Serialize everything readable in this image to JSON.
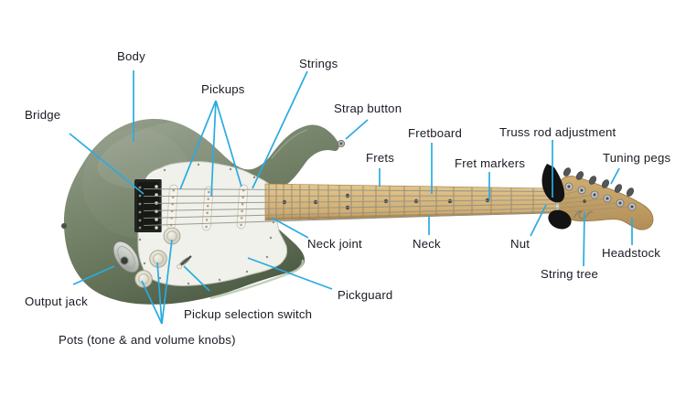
{
  "colors": {
    "leader_line": "#29abe2",
    "label_text": "#1a1a24",
    "body_green": "#76836d",
    "pickguard_white": "#f0f1ea",
    "neck_maple": "#d8b97f",
    "headstock_maple": "#c8a76b"
  },
  "labels": {
    "body": "Body",
    "bridge": "Bridge",
    "pickups": "Pickups",
    "strings": "Strings",
    "strap_button": "Strap button",
    "fretboard": "Fretboard",
    "frets": "Frets",
    "fret_markers": "Fret markers",
    "truss_rod_adjustment": "Truss rod adjustment",
    "tuning_pegs": "Tuning pegs",
    "neck_joint": "Neck joint",
    "neck": "Neck",
    "nut": "Nut",
    "headstock": "Headstock",
    "string_tree": "String tree",
    "pickguard": "Pickguard",
    "pickup_selection_switch": "Pickup selection switch",
    "output_jack": "Output jack",
    "pots": "Pots (tone & and volume knobs)"
  }
}
